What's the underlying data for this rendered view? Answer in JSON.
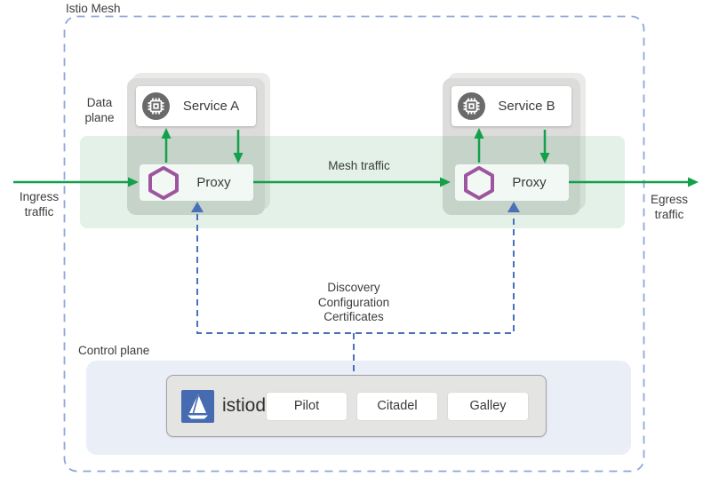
{
  "title": "Istio Mesh",
  "labels": {
    "data_plane": "Data\nplane",
    "control_plane": "Control plane",
    "mesh_traffic": "Mesh traffic",
    "ingress_traffic": "Ingress\ntraffic",
    "egress_traffic": "Egress\ntraffic",
    "control_flow": "Discovery\nConfiguration\nCertificates"
  },
  "services": [
    {
      "name": "Service A"
    },
    {
      "name": "Service B"
    }
  ],
  "proxies": [
    {
      "label": "Proxy"
    },
    {
      "label": "Proxy"
    }
  ],
  "istiod": {
    "label": "istiod",
    "components": [
      "Pilot",
      "Citadel",
      "Galley"
    ]
  },
  "colors": {
    "traffic_green": "#13a04b",
    "band_green_tint": "#e3f1e8",
    "proxy_hexagon_purple": "#9e549e",
    "control_dashed_blue": "#4a70b8",
    "mesh_border_blue": "#8ca7d9",
    "istio_logo_blue": "#466bb0",
    "container_gray": "#dcdcdb",
    "controlplane_bg": "#e9eef7",
    "istiod_box_bg": "#e4e4e2",
    "text_dark": "#3c3c3c"
  }
}
